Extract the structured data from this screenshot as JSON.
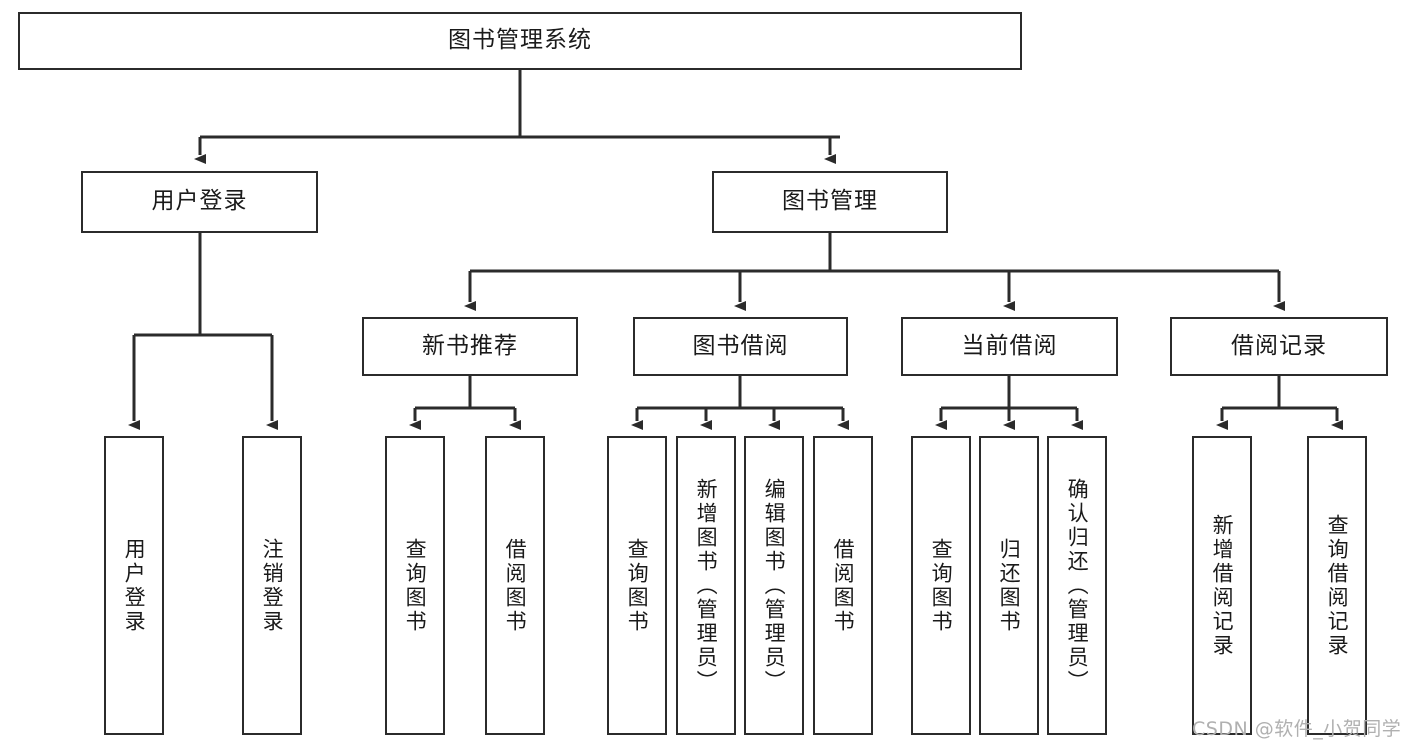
{
  "diagram": {
    "type": "tree",
    "title": "图书管理系统",
    "orientation": "top-down",
    "colors": {
      "box_stroke": "#2b2b2b",
      "box_fill": "#ffffff",
      "edge": "#2b2b2b",
      "text": "#1a1a1a",
      "watermark": "#b0b0b0"
    },
    "root": {
      "label": "图书管理系统"
    },
    "level1": [
      {
        "label": "用户登录"
      },
      {
        "label": "图书管理"
      }
    ],
    "level2": [
      {
        "label": "新书推荐"
      },
      {
        "label": "图书借阅"
      },
      {
        "label": "当前借阅"
      },
      {
        "label": "借阅记录"
      }
    ],
    "leaves": {
      "user_login": [
        {
          "label": "用户登录"
        },
        {
          "label": "注销登录"
        }
      ],
      "new_book_recommend": [
        {
          "label": "查询图书"
        },
        {
          "label": "借阅图书"
        }
      ],
      "book_borrow": [
        {
          "label": "查询图书"
        },
        {
          "label": "新增图书（管理员）"
        },
        {
          "label": "编辑图书（管理员）"
        },
        {
          "label": "借阅图书"
        }
      ],
      "current_borrow": [
        {
          "label": "查询图书"
        },
        {
          "label": "归还图书"
        },
        {
          "label": "确认归还（管理员）"
        }
      ],
      "borrow_record": [
        {
          "label": "新增借阅记录"
        },
        {
          "label": "查询借阅记录"
        }
      ]
    }
  },
  "watermark": {
    "text": "CSDN @软件_小贺同学"
  }
}
